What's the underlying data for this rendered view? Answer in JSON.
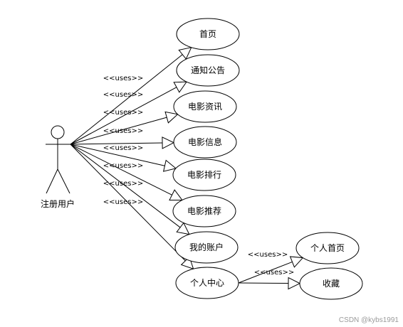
{
  "actor": {
    "label": "注册用户"
  },
  "use_cases": [
    {
      "id": "home",
      "label": "首页"
    },
    {
      "id": "notice",
      "label": "通知公告"
    },
    {
      "id": "news",
      "label": "电影资讯"
    },
    {
      "id": "info",
      "label": "电影信息"
    },
    {
      "id": "rank",
      "label": "电影排行"
    },
    {
      "id": "recommend",
      "label": "电影推荐"
    },
    {
      "id": "account",
      "label": "我的账户"
    },
    {
      "id": "center",
      "label": "个人中心"
    },
    {
      "id": "personal_home",
      "label": "个人首页"
    },
    {
      "id": "favorites",
      "label": "收藏"
    }
  ],
  "relations": [
    {
      "from": "actor",
      "to": "home",
      "label": ""
    },
    {
      "from": "actor",
      "to": "notice",
      "label": "<<uses>>"
    },
    {
      "from": "actor",
      "to": "news",
      "label": "<<uses>>"
    },
    {
      "from": "actor",
      "to": "info",
      "label": "<<uses>>"
    },
    {
      "from": "actor",
      "to": "rank",
      "label": "<<uses>>"
    },
    {
      "from": "actor",
      "to": "recommend",
      "label": "<<uses>>"
    },
    {
      "from": "actor",
      "to": "account",
      "label": "<<uses>>"
    },
    {
      "from": "actor",
      "to": "center",
      "label": "<<uses>>"
    },
    {
      "from": "center",
      "to": "personal_home",
      "label": "<<uses>>"
    },
    {
      "from": "center",
      "to": "favorites",
      "label": "<<uses>>"
    }
  ],
  "watermark": "CSDN @kybs1991"
}
